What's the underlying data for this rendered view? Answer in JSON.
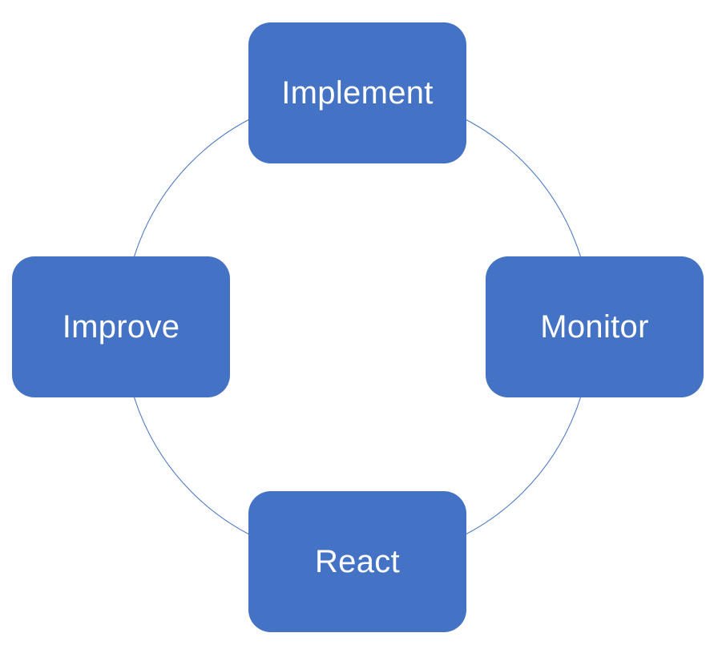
{
  "diagram": {
    "type": "cycle",
    "colors": {
      "node_fill": "#4472C4",
      "node_text": "#FFFFFF",
      "ring_stroke": "#4472C4",
      "background": "#FFFFFF"
    },
    "nodes": [
      {
        "label": "Implement"
      },
      {
        "label": "Monitor"
      },
      {
        "label": "React"
      },
      {
        "label": "Improve"
      }
    ]
  }
}
